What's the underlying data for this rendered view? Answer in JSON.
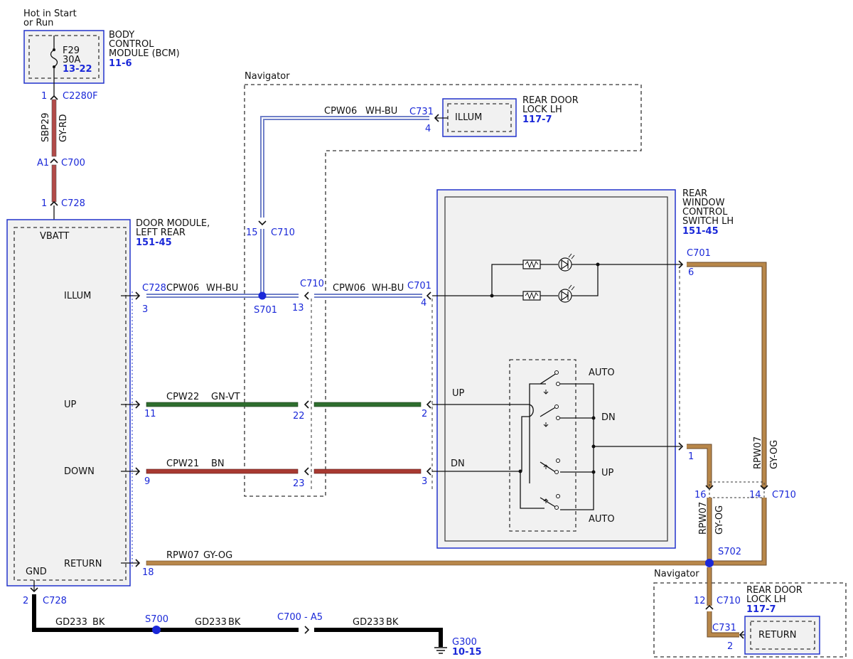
{
  "colors": {
    "label_blue": "#1a28d8",
    "box_border": "#2233cc",
    "wire_wh_bu": "#8c9ad6",
    "wire_gn_vt": "#2e6e2e",
    "wire_bn": "#a83a32",
    "wire_gy_rd": "#b24a48",
    "wire_gy_og": "#b8874a",
    "wire_bk": "#000000"
  },
  "power": {
    "line1": "Hot in Start",
    "line2": "or Run"
  },
  "bcm": {
    "fuse_name": "F29",
    "fuse_rating": "30A",
    "fuse_ref": "13-22",
    "name_line1": "BODY",
    "name_line2": "CONTROL",
    "name_line3": "MODULE (BCM)",
    "ref": "11-6"
  },
  "connectors": {
    "c2280f_pin": "1",
    "c2280f": "C2280F",
    "c700_pin": "A1",
    "c700": "C700",
    "c728_top_pin": "1",
    "c728_top": "C728",
    "c710_15_pin": "15",
    "c710_15": "C710",
    "c728_illum": "C728",
    "c728_illum_pin": "3",
    "c710_13": "C710",
    "c710_13_pin": "13",
    "c701_4": "C701",
    "c701_4_pin": "4",
    "c731_top": "C731",
    "c731_top_pin": "4",
    "c701_6": "C701",
    "c701_6_pin": "6",
    "pin_11": "11",
    "pin_22": "22",
    "pin_2": "2",
    "pin_9": "9",
    "pin_23": "23",
    "pin_3": "3",
    "pin_1": "1",
    "pin_18": "18",
    "c710_16_pin": "16",
    "c710_14_pin": "14",
    "c710_14": "C710",
    "c710_12_pin": "12",
    "c710_12": "C710",
    "c731_bot": "C731",
    "c731_bot_pin": "2",
    "c728_gnd_pin": "2",
    "c728_gnd": "C728",
    "c700_a5": "C700 - A5"
  },
  "wires": {
    "sbp29": "SBP29",
    "gy_rd": "GY-RD",
    "cpw06_a": "CPW06",
    "wh_bu_a": "WH-BU",
    "cpw06_b": "CPW06",
    "wh_bu_b": "WH-BU",
    "cpw06_c": "CPW06",
    "wh_bu_c": "WH-BU",
    "cpw22": "CPW22",
    "gn_vt": "GN-VT",
    "cpw21": "CPW21",
    "bn": "BN",
    "rpw07_a": "RPW07",
    "gy_og_a": "GY-OG",
    "rpw07_b": "RPW07",
    "gy_og_b": "GY-OG",
    "rpw07_c": "RPW07",
    "gy_og_c": "GY-OG",
    "gd233_a": "GD233",
    "bk_a": "BK",
    "gd233_b": "GD233",
    "bk_b": "BK",
    "gd233_c": "GD233",
    "bk_c": "BK"
  },
  "splices": {
    "s701": "S701",
    "s702": "S702",
    "s700": "S700"
  },
  "ground": {
    "name": "G300",
    "ref": "10-15"
  },
  "door_module": {
    "name_line1": "DOOR MODULE,",
    "name_line2": "LEFT REAR",
    "ref": "151-45",
    "vbatt": "VBATT",
    "illum": "ILLUM",
    "up": "UP",
    "down": "DOWN",
    "return": "RETURN",
    "gnd": "GND"
  },
  "navigator_top": "Navigator",
  "navigator_bottom": "Navigator",
  "rear_door_lock_top": {
    "inner": "ILLUM",
    "name_line1": "REAR DOOR",
    "name_line2": "LOCK LH",
    "ref": "117-7"
  },
  "rear_door_lock_bottom": {
    "inner": "RETURN",
    "name_line1": "REAR DOOR",
    "name_line2": "LOCK LH",
    "ref": "117-7"
  },
  "window_switch": {
    "name_line1": "REAR",
    "name_line2": "WINDOW",
    "name_line3": "CONTROL",
    "name_line4": "SWITCH LH",
    "ref": "151-45",
    "up": "UP",
    "dn": "DN",
    "auto_top": "AUTO",
    "dn_right": "DN",
    "up_right": "UP",
    "auto_bottom": "AUTO"
  }
}
